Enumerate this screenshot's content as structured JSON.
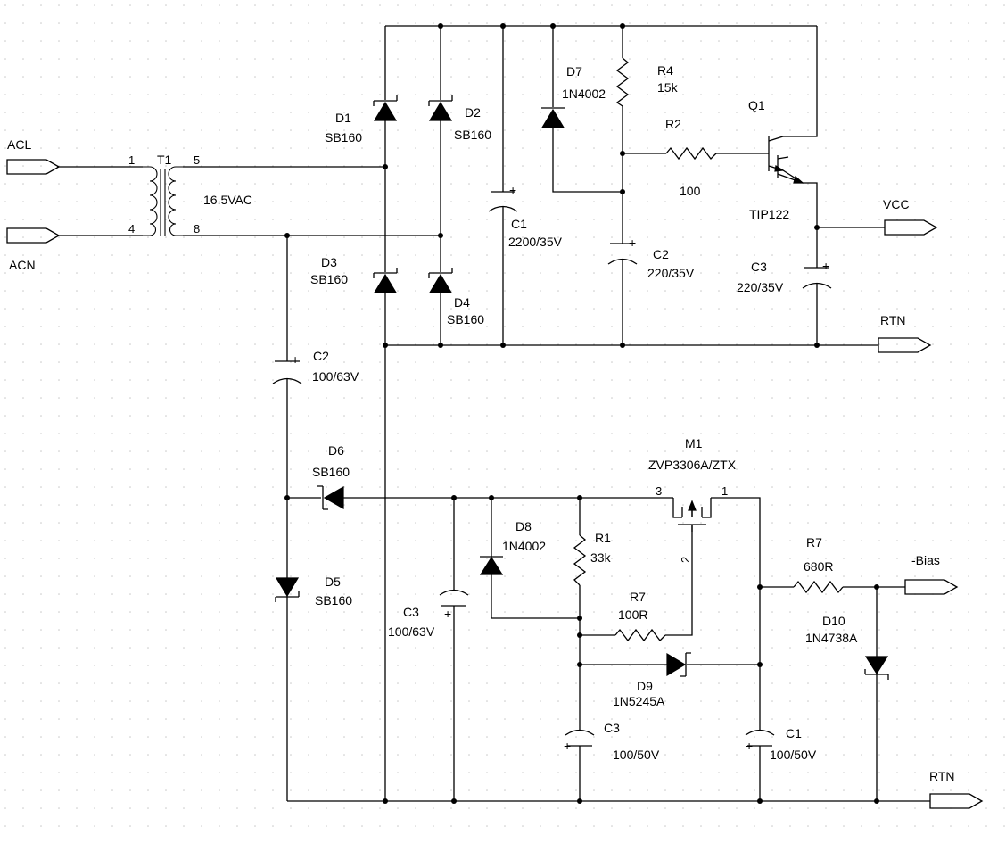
{
  "ports": {
    "acl": "ACL",
    "acn": "ACN",
    "vcc": "VCC",
    "rtn_top": "RTN",
    "bias": "-Bias",
    "rtn_bottom": "RTN"
  },
  "transformer": {
    "ref": "T1",
    "value": "16.5VAC",
    "pins": [
      "1",
      "4",
      "5",
      "8"
    ]
  },
  "parts": {
    "d1": {
      "ref": "D1",
      "value": "SB160"
    },
    "d2": {
      "ref": "D2",
      "value": "SB160"
    },
    "d3": {
      "ref": "D3",
      "value": "SB160"
    },
    "d4": {
      "ref": "D4",
      "value": "SB160"
    },
    "d5": {
      "ref": "D5",
      "value": "SB160"
    },
    "d6": {
      "ref": "D6",
      "value": "SB160"
    },
    "d7": {
      "ref": "D7",
      "value": "1N4002"
    },
    "d8": {
      "ref": "D8",
      "value": "1N4002"
    },
    "d9": {
      "ref": "D9",
      "value": "1N5245A"
    },
    "d10": {
      "ref": "D10",
      "value": "1N4738A"
    },
    "c1_top": {
      "ref": "C1",
      "value": "2200/35V"
    },
    "c2_top": {
      "ref": "C2",
      "value": "220/35V"
    },
    "c3_top": {
      "ref": "C3",
      "value": "220/35V"
    },
    "c2_left": {
      "ref": "C2",
      "value": "100/63V"
    },
    "c3_mid": {
      "ref": "C3",
      "value": "100/63V"
    },
    "c3_bot": {
      "ref": "C3",
      "value": "100/50V"
    },
    "c1_bot": {
      "ref": "C1",
      "value": "100/50V"
    },
    "r4": {
      "ref": "R4",
      "value": "15k"
    },
    "r2": {
      "ref": "R2",
      "value": "100"
    },
    "r1": {
      "ref": "R1",
      "value": "33k"
    },
    "r7_gate": {
      "ref": "R7",
      "value": "100R"
    },
    "r7_out": {
      "ref": "R7",
      "value": "680R"
    },
    "q1": {
      "ref": "Q1",
      "value": "TIP122"
    },
    "m1": {
      "ref": "M1",
      "value": "ZVP3306A/ZTX",
      "pins": [
        "3",
        "1",
        "2"
      ]
    }
  },
  "symbols": {
    "plus": "+"
  },
  "colors": {
    "background": "#ffffff",
    "grid_dot": "#c8c8c8",
    "ink": "#000000"
  }
}
